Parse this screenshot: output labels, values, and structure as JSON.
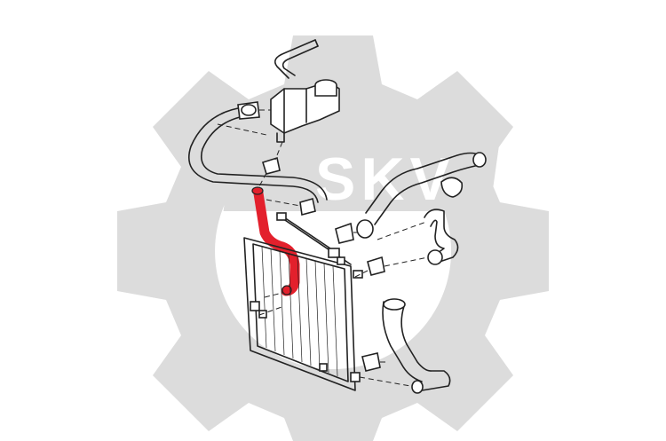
{
  "watermark": {
    "brand_text": "SKV",
    "gear_color": "#dcdcdc",
    "text_color": "#ffffff"
  },
  "diagram": {
    "highlight_color": "#e3202c",
    "line_color": "#222222",
    "parts": [
      {
        "name": "expansion-tank",
        "highlighted": false
      },
      {
        "name": "radiator",
        "highlighted": false
      },
      {
        "name": "upper-hose",
        "highlighted": false
      },
      {
        "name": "bleed-hose",
        "highlighted": false
      },
      {
        "name": "highlighted-hose",
        "highlighted": true
      },
      {
        "name": "right-upper-hose",
        "highlighted": false
      },
      {
        "name": "right-middle-hose",
        "highlighted": false
      },
      {
        "name": "lower-hose",
        "highlighted": false
      },
      {
        "name": "hose-clamps",
        "highlighted": false
      }
    ]
  }
}
